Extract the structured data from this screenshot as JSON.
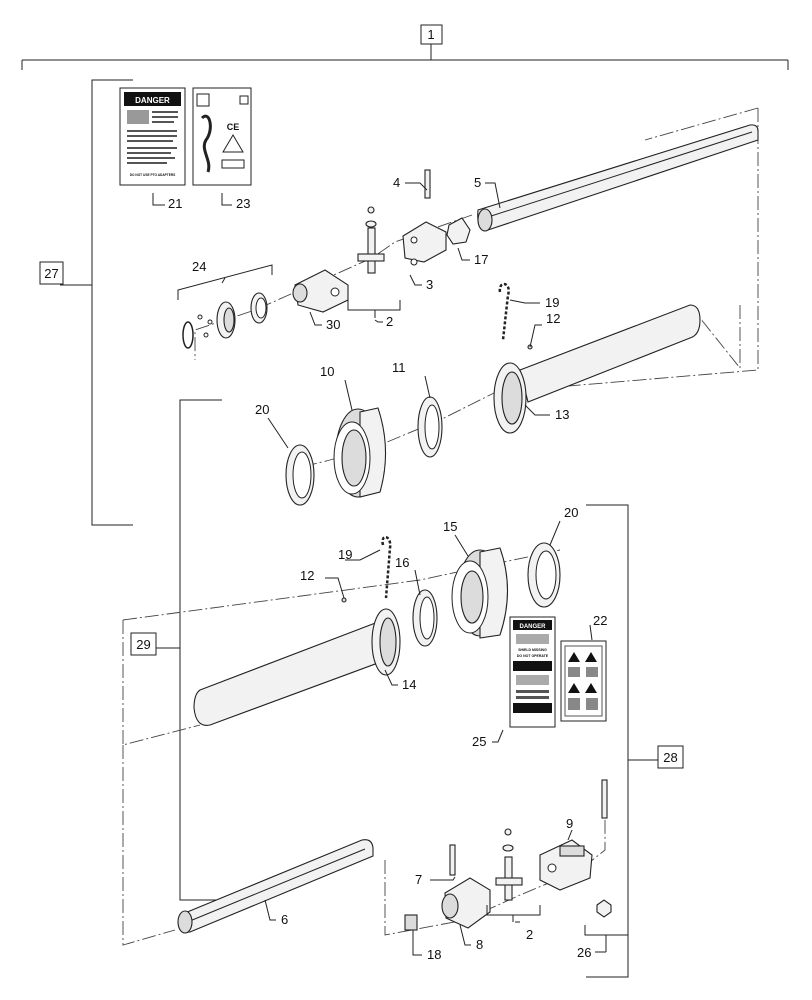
{
  "diagram": {
    "assembly_label": "1",
    "groups": [
      {
        "id": "27",
        "label": "27"
      },
      {
        "id": "29",
        "label": "29"
      },
      {
        "id": "28",
        "label": "28"
      }
    ],
    "callouts": [
      "2",
      "2",
      "3",
      "4",
      "5",
      "6",
      "7",
      "8",
      "9",
      "10",
      "11",
      "12",
      "12",
      "13",
      "14",
      "15",
      "16",
      "17",
      "18",
      "19",
      "19",
      "20",
      "20",
      "21",
      "22",
      "23",
      "24",
      "25",
      "26",
      "30"
    ],
    "decals": {
      "d21": {
        "header": "DANGER",
        "footer": "DO NOT USE PTO ADAPTERS"
      },
      "d23": {
        "mark": "CE"
      },
      "d25": {
        "line1": "DANGER",
        "line2": "SHIELD MISSING",
        "line3": "DO NOT OPERATE"
      }
    },
    "colors": {
      "line": "#222222",
      "fill": "#f2f2f2",
      "shade": "#dcdcdc",
      "decal_black": "#111111"
    }
  }
}
